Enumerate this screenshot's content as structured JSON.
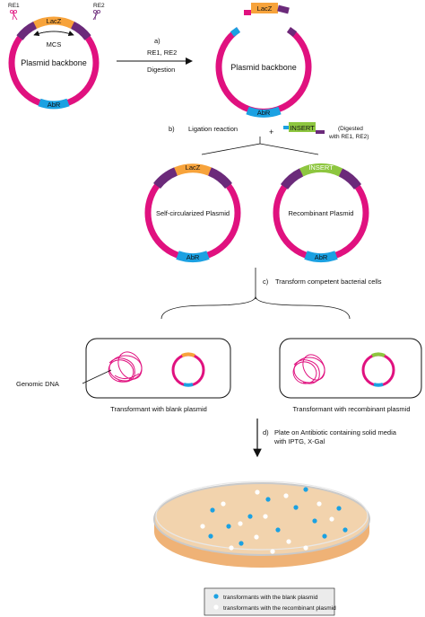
{
  "plasmid": {
    "backbone_label": "Plasmid backbone",
    "lacz_label": "LacZ",
    "abr_label": "AbR",
    "mcs_label": "MCS",
    "re1_label": "RE1",
    "re2_label": "RE2"
  },
  "steps": {
    "a_label": "a)",
    "a_text_1": "RE1, RE2",
    "a_text_2": "Digestion",
    "b_label": "b)",
    "b_text": "Ligation reaction",
    "plus": "+",
    "insert_label": "INSERT",
    "insert_note_1": "(Digested",
    "insert_note_2": "with RE1, RE2)",
    "c_label": "c)",
    "c_text": "Transform competent bacterial cells",
    "d_label": "d)",
    "d_text_1": "Plate on Antibiotic containing solid media",
    "d_text_2": "with IPTG, X-Gal"
  },
  "products": {
    "self_label": "Self-circularized Plasmid",
    "recombinant_label": "Recombinant Plasmid"
  },
  "cells": {
    "genomic_dna_label": "Genomic DNA",
    "blank_caption": "Transformant with blank plasmid",
    "recombinant_caption": "Transformant with recombinant plasmid"
  },
  "legend": {
    "blue_label": "transformants with the blank plasmid",
    "white_label": "transformants with the recombinant plasmid"
  },
  "colors": {
    "magenta": "#e0117f",
    "orange": "#f7a33b",
    "purple": "#6b2a7a",
    "blue": "#1ba1e2",
    "green": "#8dc63f",
    "agar": "#f2d3ad",
    "dish_rim": "#efb276"
  }
}
